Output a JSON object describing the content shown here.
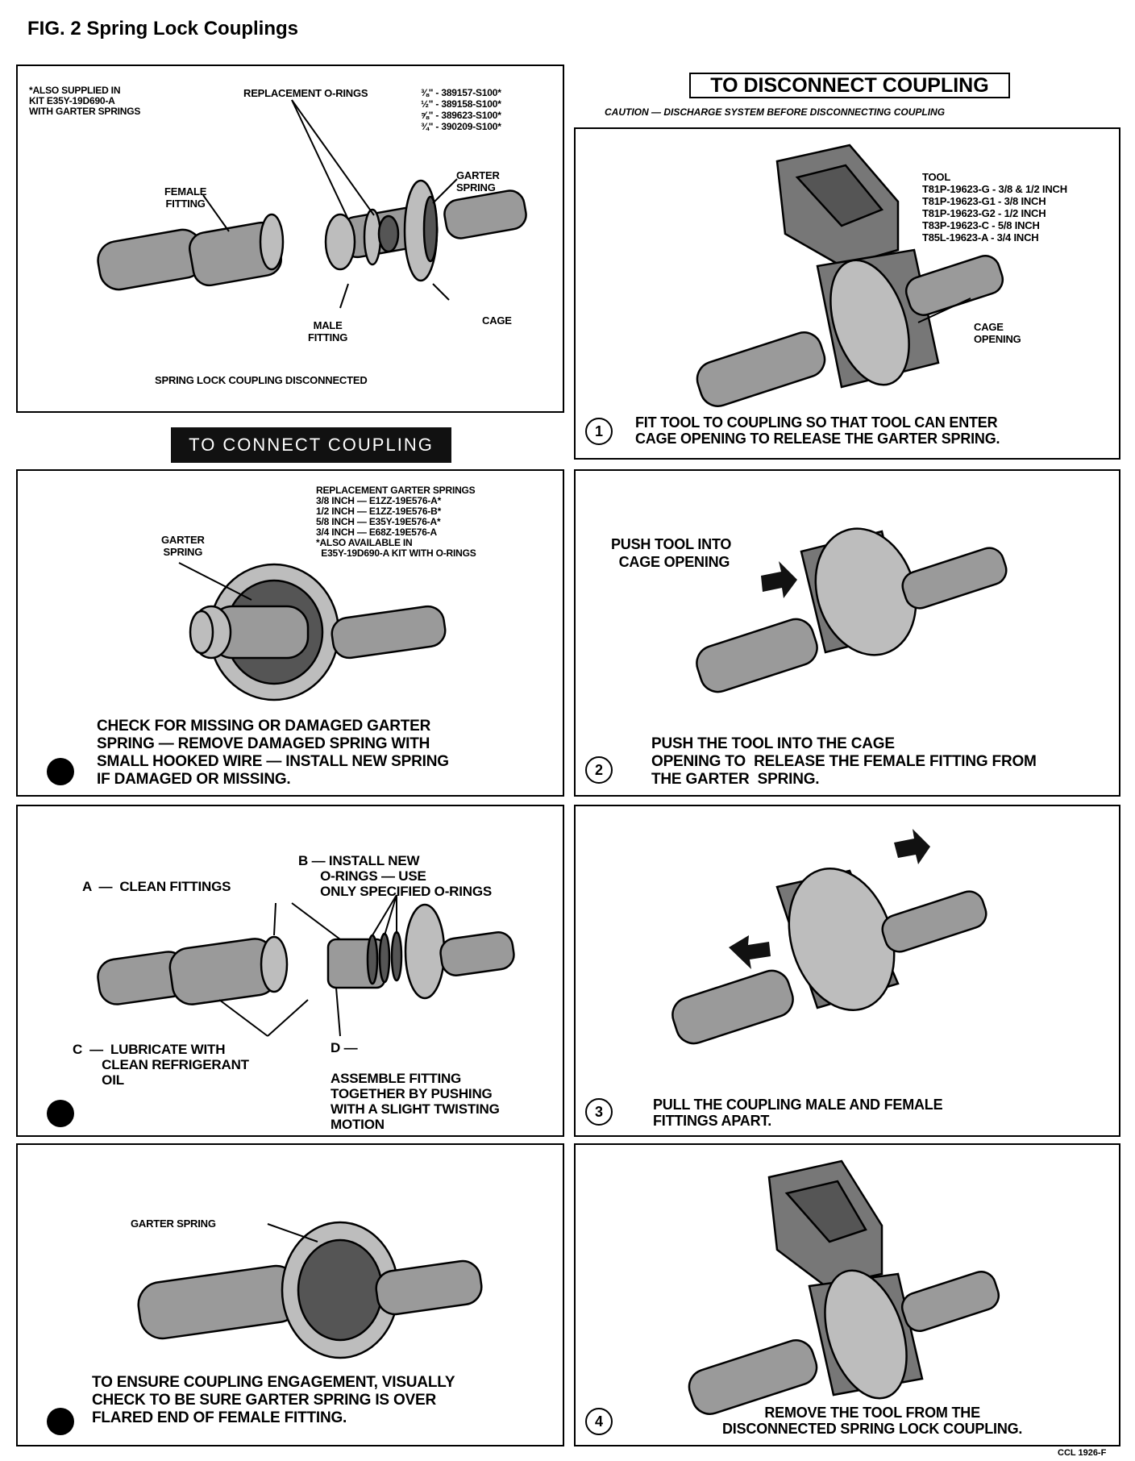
{
  "figure_title": "FIG. 2 Spring Lock Couplings",
  "disconnect_header": "TO DISCONNECT COUPLING",
  "caution": "CAUTION — DISCHARGE SYSTEM BEFORE DISCONNECTING COUPLING",
  "connect_header": "TO CONNECT COUPLING",
  "panel_disconnected": {
    "kit_note": "*ALSO SUPPLIED IN\nKIT E35Y-19D690-A\nWITH GARTER SPRINGS",
    "replacement_orings": "REPLACEMENT O-RINGS",
    "part_numbers": "⅜\" - 389157-S100*\n½\" - 389158-S100*\n⅝\" - 389623-S100*\n¾\" - 390209-S100*",
    "female_fitting": "FEMALE\nFITTING",
    "garter_spring": "GARTER\nSPRING",
    "male_fitting": "MALE\nFITTING",
    "cage": "CAGE",
    "caption": "SPRING LOCK COUPLING DISCONNECTED"
  },
  "connect_steps": [
    {
      "replacement_springs": "REPLACEMENT GARTER SPRINGS\n3/8 INCH — E1ZZ-19E576-A*\n1/2 INCH — E1ZZ-19E576-B*\n5/8 INCH — E35Y-19E576-A*\n3/4 INCH — E68Z-19E576-A\n*ALSO AVAILABLE IN\n  E35Y-19D690-A KIT WITH O-RINGS",
      "garter_spring": "GARTER\nSPRING",
      "caption": "CHECK FOR MISSING OR DAMAGED GARTER\nSPRING — REMOVE DAMAGED SPRING WITH\nSMALL HOOKED WIRE — INSTALL NEW SPRING\nIF DAMAGED OR MISSING."
    },
    {
      "label_a": "A  —  CLEAN FITTINGS",
      "label_b": "B — INSTALL NEW\n      O-RINGS — USE\n      ONLY SPECIFIED O-RINGS",
      "label_c": "C  —  LUBRICATE WITH\n        CLEAN REFRIGERANT\n        OIL",
      "label_d": "D —\n\nASSEMBLE FITTING\nTOGETHER BY PUSHING\nWITH A SLIGHT TWISTING\nMOTION"
    },
    {
      "garter_spring": "GARTER SPRING",
      "caption": "TO ENSURE COUPLING ENGAGEMENT, VISUALLY\nCHECK TO BE SURE GARTER SPRING IS OVER\nFLARED END OF FEMALE FITTING."
    }
  ],
  "disconnect_steps": [
    {
      "number": "1",
      "tool_list": "TOOL\nT81P-19623-G - 3/8 & 1/2 INCH\nT81P-19623-G1 - 3/8 INCH\nT81P-19623-G2 - 1/2 INCH\nT83P-19623-C - 5/8 INCH\nT85L-19623-A - 3/4 INCH",
      "cage_opening": "CAGE\nOPENING",
      "caption": "FIT TOOL TO COUPLING SO THAT TOOL CAN ENTER\nCAGE OPENING TO RELEASE THE GARTER SPRING."
    },
    {
      "number": "2",
      "push_label": "PUSH TOOL INTO\n  CAGE OPENING",
      "caption": "PUSH THE TOOL INTO THE CAGE\nOPENING TO  RELEASE THE FEMALE FITTING FROM\nTHE GARTER  SPRING."
    },
    {
      "number": "3",
      "caption": "PULL THE COUPLING MALE AND FEMALE\nFITTINGS APART."
    },
    {
      "number": "4",
      "caption": "REMOVE THE TOOL FROM THE\nDISCONNECTED SPRING LOCK COUPLING."
    }
  ],
  "footer_code": "CCL 1926-F"
}
